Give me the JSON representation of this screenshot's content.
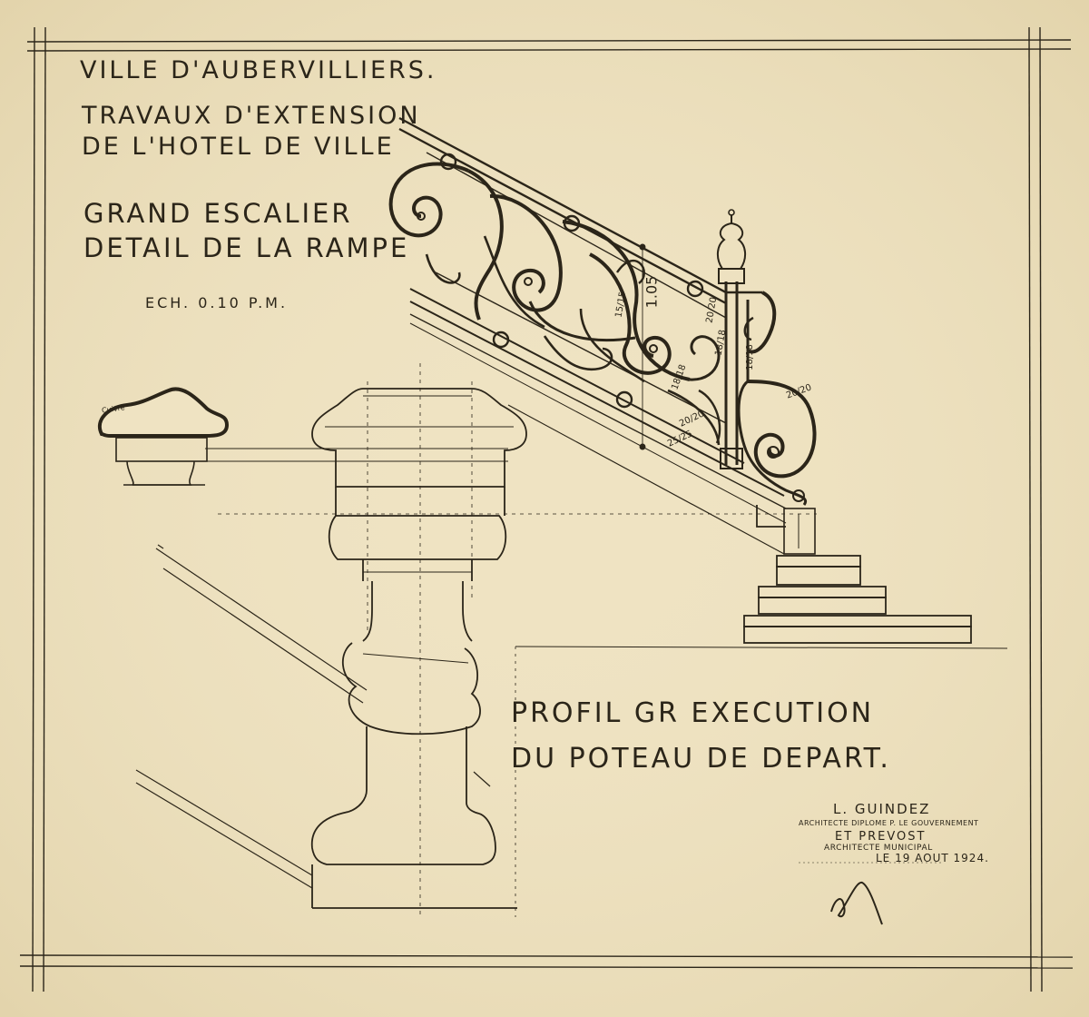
{
  "header": {
    "city": "Ville d'Aubervilliers.",
    "works_line1": "Travaux d'Extension",
    "works_line2": "de l'Hotel de Ville",
    "subject_line1": "Grand Escalier",
    "subject_line2": "Detail de la Rampe",
    "scale": "Ech. 0.10 p.M."
  },
  "profile_caption": {
    "line1": "Profil Gr Execution",
    "line2": "du Poteau de Depart."
  },
  "signature_block": {
    "architect": "L. Guindez",
    "architect_title": "Architecte Diplome p. le Gouvernement",
    "partner": "et Prevost",
    "partner_title": "Architecte Municipal",
    "date": "le 19 Aout 1924."
  },
  "dimensions": {
    "height": "1.05",
    "d1": "15/15",
    "d2": "18/18",
    "d3": "20/20",
    "d4": "25/25",
    "d5": "20/20",
    "d6": "18/18",
    "d7": "20/20",
    "d8": "18/18"
  },
  "guide_label": "Cuivre",
  "colors": {
    "paper": "#efe3c2",
    "ink": "#2b2519"
  }
}
